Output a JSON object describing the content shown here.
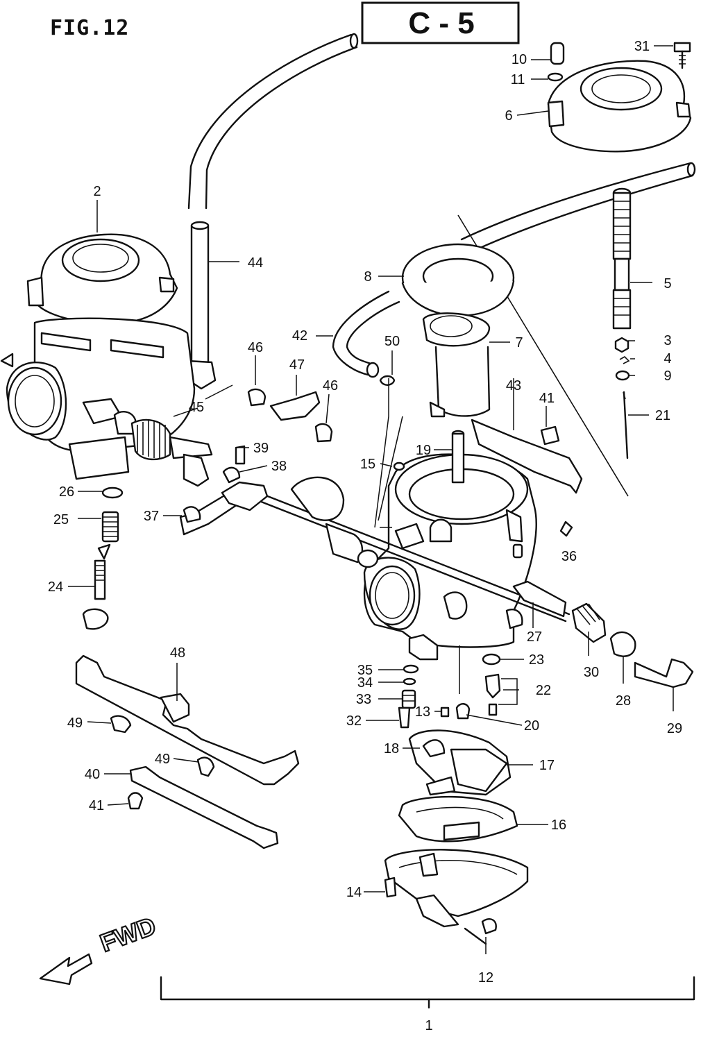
{
  "figure_title": "FIG.12",
  "section_box": "C - 5",
  "direction_label": "FWD",
  "assembly_ref": "1",
  "callouts": {
    "n2": "2",
    "n3": "3",
    "n4": "4",
    "n5": "5",
    "n6": "6",
    "n7": "7",
    "n8": "8",
    "n9": "9",
    "n10": "10",
    "n11": "11",
    "n12": "12",
    "n13": "13",
    "n14": "14",
    "n15": "15",
    "n16": "16",
    "n17": "17",
    "n18": "18",
    "n19": "19",
    "n20": "20",
    "n21": "21",
    "n22": "22",
    "n23": "23",
    "n24": "24",
    "n25": "25",
    "n26": "26",
    "n27": "27",
    "n28": "28",
    "n29": "29",
    "n30": "30",
    "n31": "31",
    "n32": "32",
    "n33": "33",
    "n34": "34",
    "n35": "35",
    "n36": "36",
    "n37": "37",
    "n38": "38",
    "n39": "39",
    "n40": "40",
    "n41a": "41",
    "n41b": "41",
    "n42": "42",
    "n43": "43",
    "n44": "44",
    "n45": "45",
    "n46a": "46",
    "n46b": "46",
    "n47": "47",
    "n48": "48",
    "n49a": "49",
    "n49b": "49",
    "n50": "50"
  }
}
